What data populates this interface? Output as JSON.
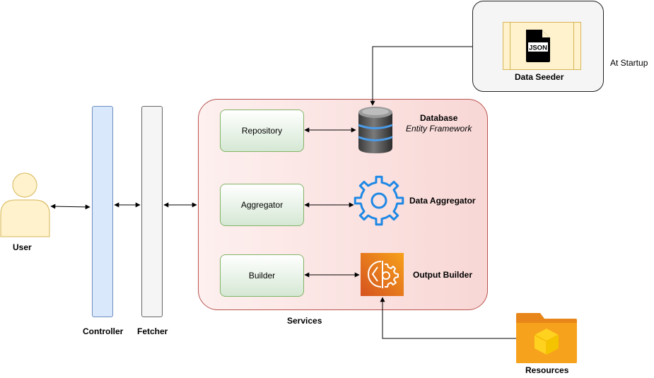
{
  "nodes": {
    "user": "User",
    "controller": "Controller",
    "fetcher": "Fetcher",
    "services": "Services",
    "repository": "Repository",
    "aggregator": "Aggregator",
    "builder": "Builder",
    "database_title": "Database",
    "database_subtitle": "Entity Framework",
    "data_aggregator": "Data Aggregator",
    "output_builder": "Output Builder",
    "data_seeder": "Data Seeder",
    "json_icon_text": "JSON",
    "at_startup": "At Startup",
    "resources": "Resources"
  },
  "icons": {
    "user": "person-icon",
    "database": "database-icon",
    "aggregator": "gear-icon",
    "output_builder": "output-builder-icon",
    "seeder": "json-file-icon",
    "resources": "folder-cube-icon"
  },
  "colors": {
    "user_fill": "#fff2cc",
    "user_stroke": "#d6b656",
    "controller_fill": "#dae8fc",
    "fetcher_fill": "#f5f5f5",
    "services_stroke": "#b85450",
    "service_box_stroke": "#82b366",
    "gear": "#1e88e5",
    "output_builder": "#e8731a",
    "folder": "#f6a21d"
  }
}
